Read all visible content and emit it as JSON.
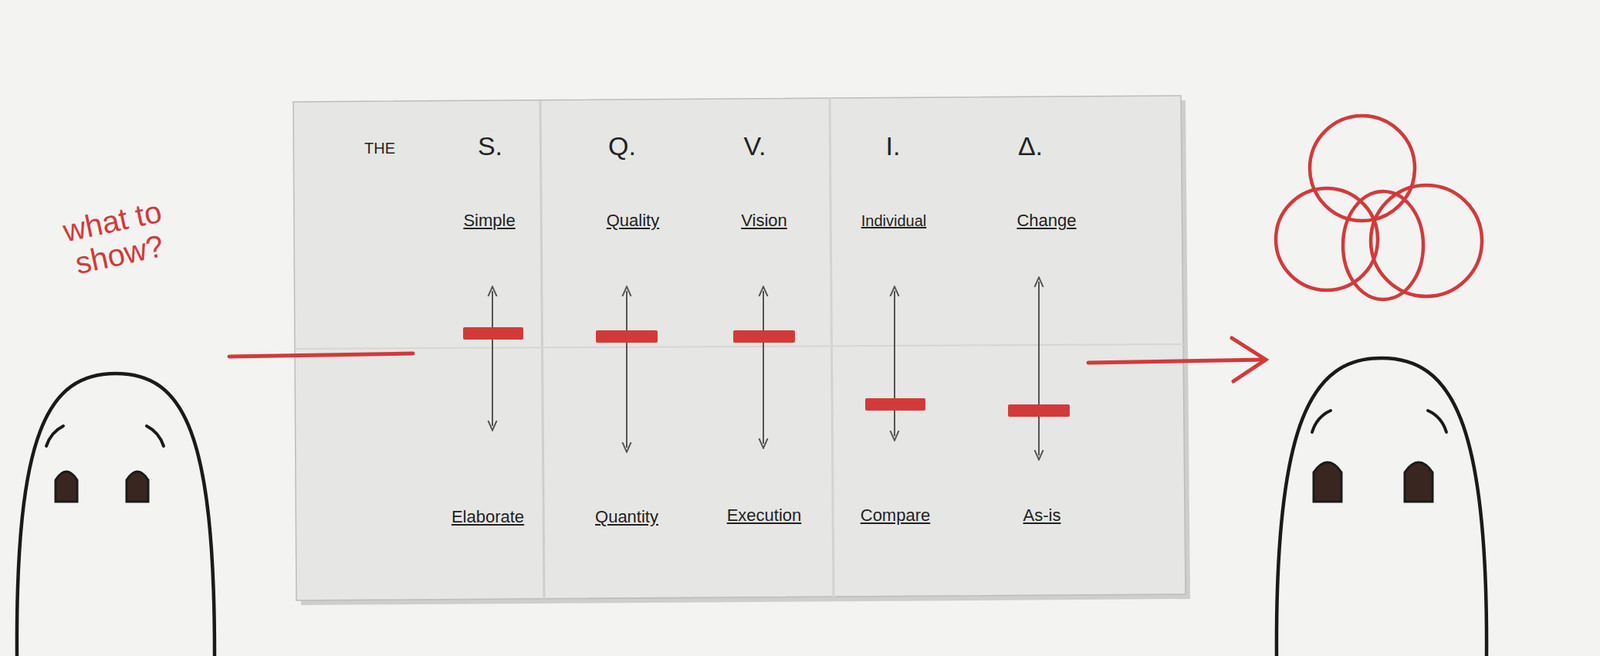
{
  "diagram": {
    "labels": [
      "what to show?",
      "THE",
      "S.",
      "Q.",
      "V.",
      "I.",
      "Δ.",
      "Simple",
      "Quality",
      "Vision",
      "Individual",
      "Change",
      "Elaborate",
      "Quantity",
      "Execution",
      "Compare",
      "As-is"
    ]
  }
}
